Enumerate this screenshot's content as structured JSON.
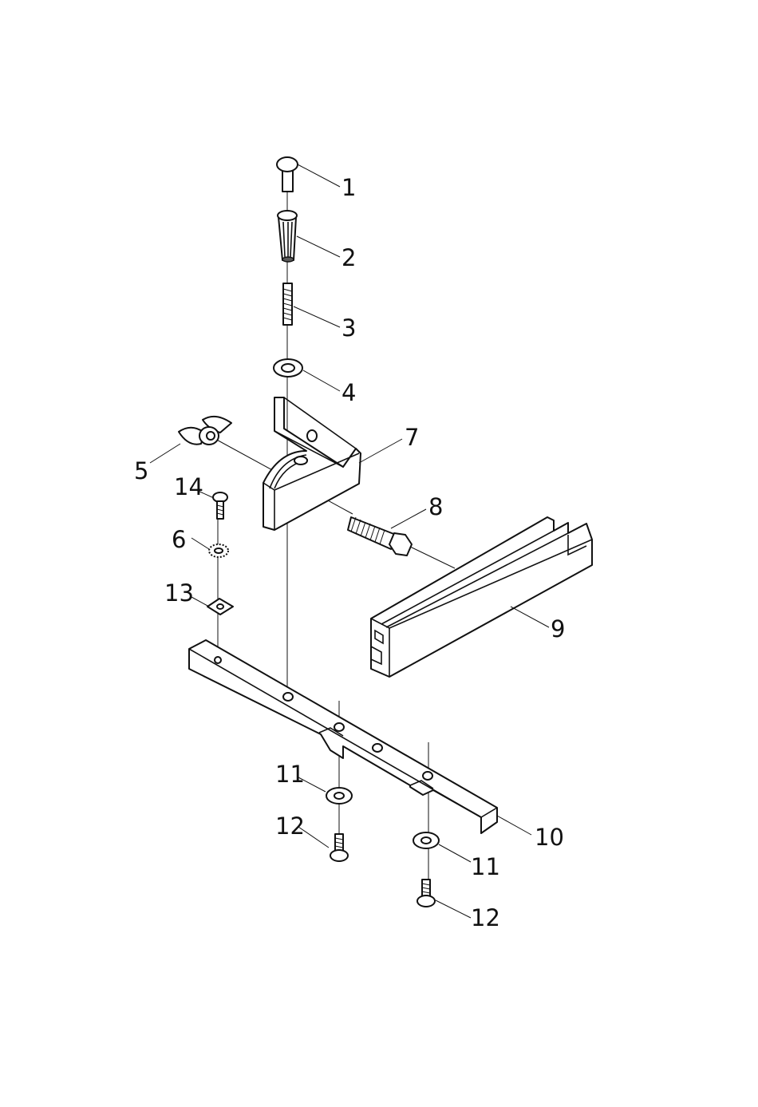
{
  "callouts": [
    {
      "id": "1",
      "label": "1"
    },
    {
      "id": "2",
      "label": "2"
    },
    {
      "id": "3",
      "label": "3"
    },
    {
      "id": "4",
      "label": "4"
    },
    {
      "id": "5",
      "label": "5"
    },
    {
      "id": "6",
      "label": "6"
    },
    {
      "id": "7",
      "label": "7"
    },
    {
      "id": "8",
      "label": "8"
    },
    {
      "id": "9",
      "label": "9"
    },
    {
      "id": "10",
      "label": "10"
    },
    {
      "id": "11a",
      "label": "11"
    },
    {
      "id": "11b",
      "label": "11"
    },
    {
      "id": "12a",
      "label": "12"
    },
    {
      "id": "12b",
      "label": "12"
    },
    {
      "id": "13",
      "label": "13"
    },
    {
      "id": "14",
      "label": "14"
    }
  ],
  "colors": {
    "ink": "#111111",
    "background": "#ffffff",
    "shade": "#cfcfcf"
  }
}
